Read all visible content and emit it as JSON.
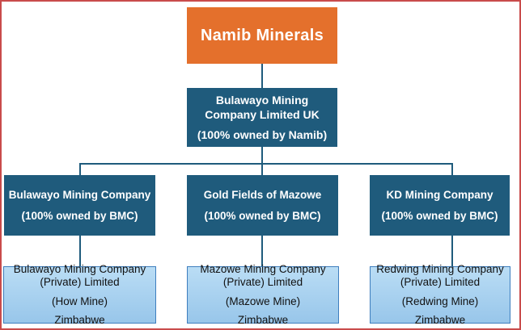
{
  "canvas": {
    "background": "#FFFFFF",
    "frame_border_color": "#C94B4B"
  },
  "colors": {
    "background": "#FFFFFF",
    "frame_border": "#C94B4B",
    "root_fill": "#E4702C",
    "root_text": "#FFFFFF",
    "holding_fill": "#1F5B7C",
    "holding_text": "#FFFFFF",
    "subsidiary_fill_top": "#BADDF5",
    "subsidiary_fill_bottom": "#98C6EA",
    "subsidiary_border": "#3E7EBE",
    "subsidiary_text": "#111111",
    "connector": "#1F5B7C"
  },
  "org_chart": {
    "root": {
      "name": "Namib Minerals"
    },
    "parent": {
      "name": "Bulawayo Mining Company Limited UK",
      "ownership": "(100% owned by Namib)"
    },
    "branches": [
      {
        "holding": {
          "name": "Bulawayo Mining Company",
          "ownership": "(100% owned by BMC)"
        },
        "subsidiary": {
          "name": "Bulawayo Mining Company (Private) Limited",
          "mine": "(How Mine)",
          "country": "Zimbabwe"
        }
      },
      {
        "holding": {
          "name": "Gold Fields of Mazowe",
          "ownership": "(100% owned by BMC)"
        },
        "subsidiary": {
          "name": "Mazowe Mining Company (Private) Limited",
          "mine": "(Mazowe Mine)",
          "country": "Zimbabwe"
        }
      },
      {
        "holding": {
          "name": "KD Mining Company",
          "ownership": "(100% owned by BMC)"
        },
        "subsidiary": {
          "name": "Redwing Mining Company (Private) Limited",
          "mine": "(Redwing Mine)",
          "country": "Zimbabwe"
        }
      }
    ]
  }
}
